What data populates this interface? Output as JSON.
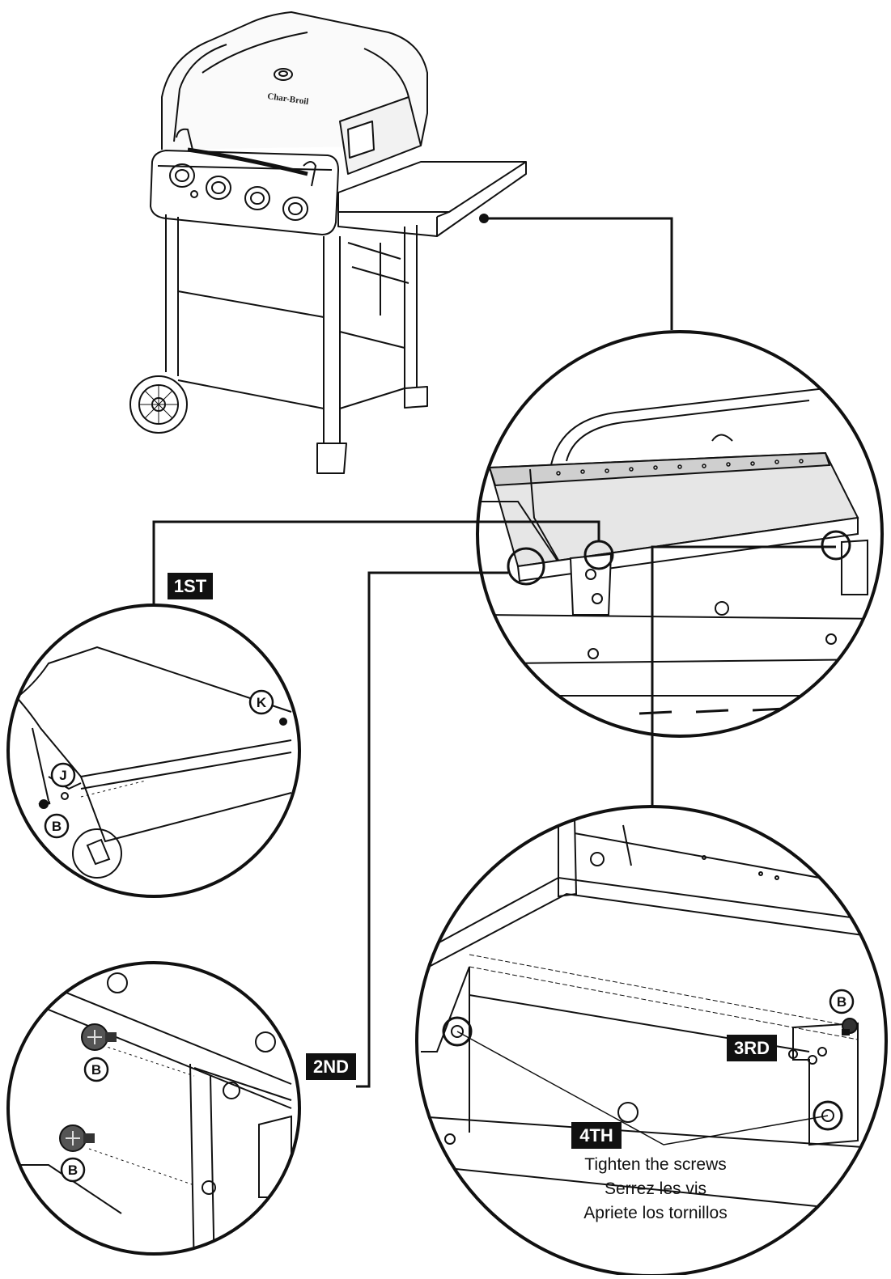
{
  "product": {
    "brand": "Char-Broil"
  },
  "steps": {
    "first": "1ST",
    "second": "2ND",
    "third": "3RD",
    "fourth": "4TH"
  },
  "parts": {
    "k": "K",
    "j": "J",
    "b": "B"
  },
  "instructions": {
    "english": "Tighten the screws",
    "french": "Serrez les vis",
    "spanish": "Apriete los tornillos"
  },
  "colors": {
    "line": "#111111",
    "label_bg": "#111111",
    "label_text": "#ffffff",
    "shelf_fill": "#e6e6e6"
  }
}
